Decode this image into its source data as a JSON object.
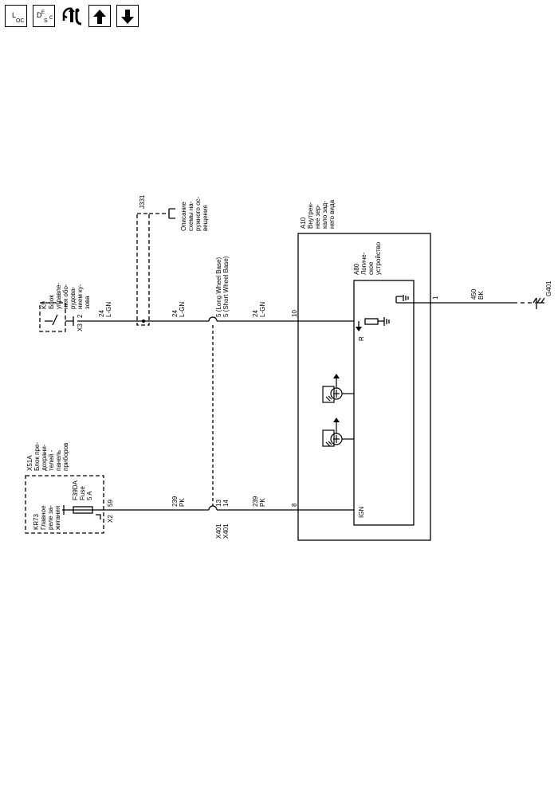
{
  "toolbar": {
    "loc_main": "L",
    "loc_sub": "OC",
    "desc_main": "D",
    "desc_sup": "E",
    "desc_sub": "S",
    "desc_sub2": "C"
  },
  "diagram": {
    "j331": "J331",
    "j331_desc": [
      "Описание",
      "схемы на-",
      "ружного ос-",
      "вещения"
    ],
    "k9": [
      "K9",
      "Блок",
      "управле-",
      "ния обо-",
      "рудова-",
      "нием ку-",
      "зова"
    ],
    "x3": "X3",
    "x3_pin": "2",
    "wire_top_1": {
      "num": "24",
      "color": "L-GN"
    },
    "wire_top_2": {
      "num": "24",
      "color": "L-GN"
    },
    "wire_top_3": {
      "num": "24",
      "color": "L-GN"
    },
    "lwb": "5 (Long Wheel Base)",
    "swb": "5 (Short Wheel Base)",
    "a10": [
      "A10",
      "Внутрен-",
      "нее зер-",
      "кало зад-",
      "него вида"
    ],
    "a80": [
      "A80",
      "Логиче-",
      "ское",
      "устройство"
    ],
    "pin_10": "10",
    "pin_8": "8",
    "pin_1": "1",
    "wire_gnd": {
      "num": "450",
      "color": "BK"
    },
    "g401": "G401",
    "r_label": "R",
    "ign": "IGN",
    "x51a": [
      "X51A",
      "Блок пре-",
      "дохрани-",
      "телей -",
      "панель",
      "приборов"
    ],
    "kr73": [
      "KR73",
      "Главное",
      "реле за-",
      "жигания"
    ],
    "f39da": [
      "F39DA",
      "Fuse",
      "5 A"
    ],
    "x2": "X2",
    "x2_pin": "59",
    "wire_bot_1": {
      "num": "239",
      "color": "PK"
    },
    "wire_bot_2": {
      "num": "239",
      "color": "PK"
    },
    "x401_a": "X401",
    "x401_b": "X401",
    "x401_pin_a": "13",
    "x401_pin_b": "14"
  }
}
